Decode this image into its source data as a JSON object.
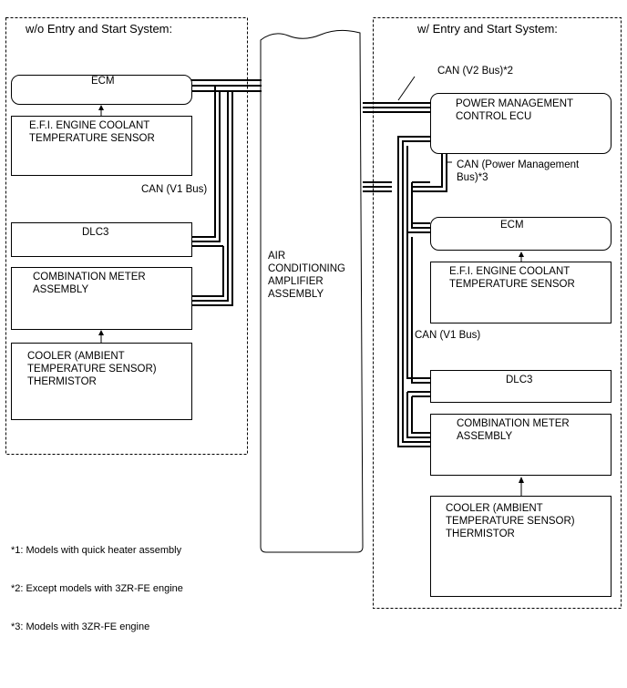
{
  "left_panel": {
    "title": "w/o Entry and Start System:",
    "ecm": "ECM",
    "coolant_sensor": "E.F.I. ENGINE COOLANT\nTEMPERATURE SENSOR",
    "can_label": "CAN (V1 Bus)",
    "dlc3": "DLC3",
    "combination_meter": "COMBINATION METER\nASSEMBLY",
    "cooler_thermistor": "COOLER (AMBIENT\nTEMPERATURE SENSOR)\nTHERMISTOR"
  },
  "center": {
    "amplifier": "AIR\nCONDITIONING\nAMPLIFIER\nASSEMBLY"
  },
  "right_panel": {
    "title": "w/ Entry and Start System:",
    "can_v2_label": "CAN (V2 Bus)*2",
    "power_mgmt_ecu": "POWER MANAGEMENT\nCONTROL ECU",
    "can_pm_label": "CAN (Power Management\nBus)*3",
    "ecm": "ECM",
    "coolant_sensor": "E.F.I. ENGINE COOLANT\nTEMPERATURE SENSOR",
    "can_v1_label": "CAN (V1 Bus)",
    "dlc3": "DLC3",
    "combination_meter": "COMBINATION METER\nASSEMBLY",
    "cooler_thermistor": "COOLER (AMBIENT\nTEMPERATURE SENSOR)\nTHERMISTOR"
  },
  "notes": {
    "note1": "*1: Models with quick heater assembly",
    "note2": "*2: Except models with 3ZR-FE engine",
    "note3": "*3: Models with 3ZR-FE engine"
  }
}
